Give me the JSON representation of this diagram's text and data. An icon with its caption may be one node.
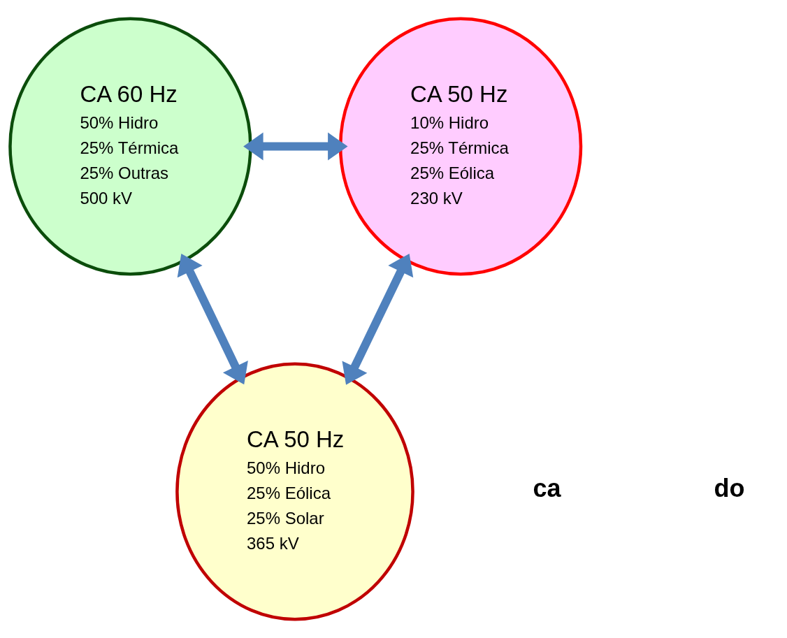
{
  "diagram": {
    "nodes": [
      {
        "text": [
          "CA 60 Hz",
          "50% Hidro",
          "25% Térmica",
          "25% Outras",
          "500 kV"
        ]
      },
      {
        "text": [
          "CA 50 Hz",
          "10% Hidro",
          "25% Térmica",
          "25% Eólica",
          "230 kV"
        ]
      },
      {
        "text": [
          "CA 50 Hz",
          "50% Hidro",
          "25% Eólica",
          "25% Solar",
          "365 kV"
        ]
      }
    ],
    "edges": [
      {
        "from": 0,
        "to": 1,
        "arrow": "both"
      },
      {
        "from": 0,
        "to": 2,
        "arrow": "both"
      },
      {
        "from": 2,
        "to": 1,
        "arrow": "both"
      }
    ],
    "labels": [
      "ca",
      "do"
    ]
  }
}
